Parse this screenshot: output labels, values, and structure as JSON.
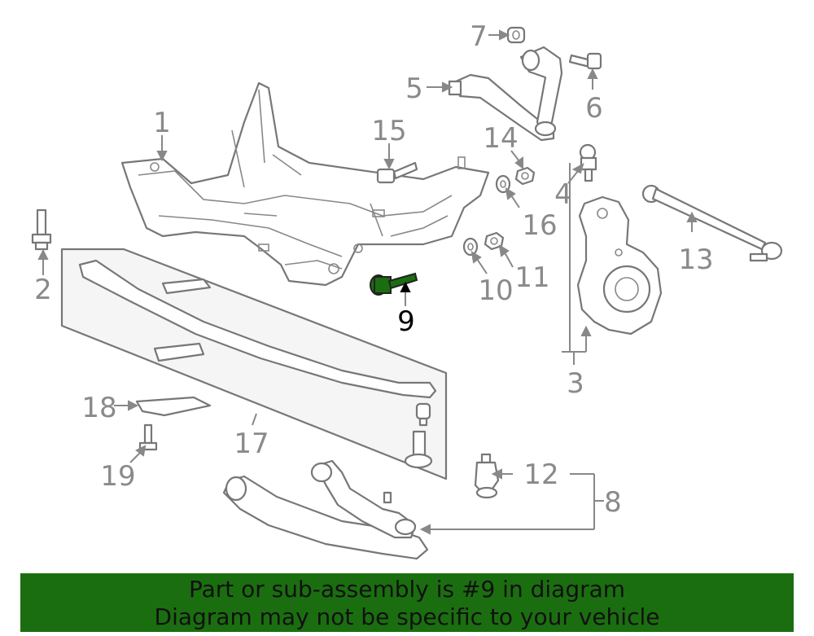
{
  "callouts": [
    "1",
    "2",
    "3",
    "4",
    "5",
    "6",
    "7",
    "8",
    "9",
    "10",
    "11",
    "12",
    "13",
    "14",
    "15",
    "16",
    "17",
    "18",
    "19"
  ],
  "highlighted_part": "9",
  "colors": {
    "highlight": "#1b6e10",
    "banner": "#1b6e10",
    "line": "#8a8a8a",
    "callout_highlight": "#000000"
  },
  "banner": {
    "line1": "Part or sub-assembly is #9 in diagram",
    "line2": "Diagram may not be specific to your vehicle"
  }
}
